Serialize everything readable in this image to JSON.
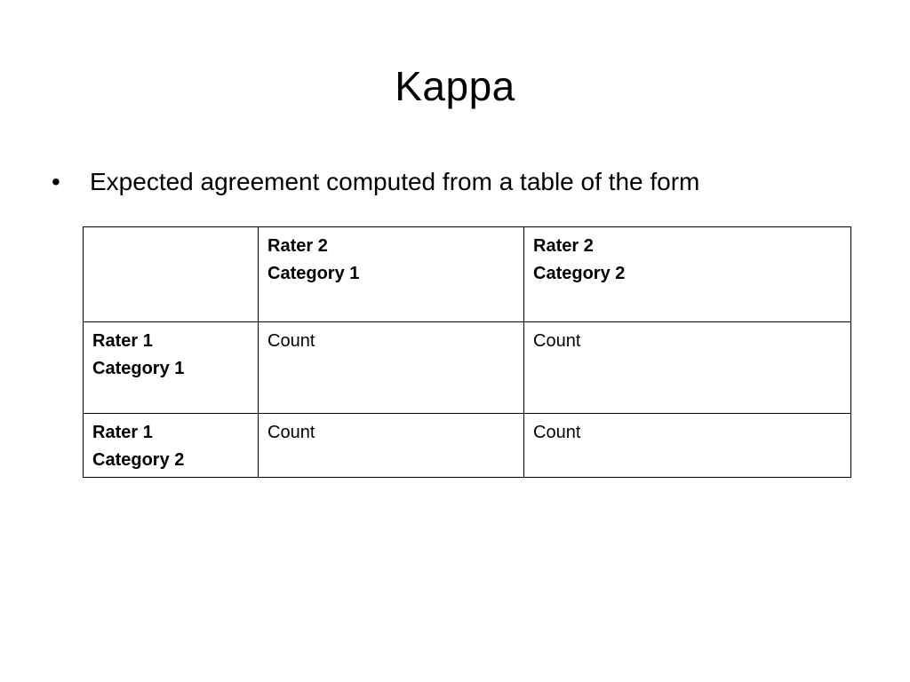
{
  "slide": {
    "title": "Kappa",
    "bullet": "Expected agreement computed from a table of the form"
  },
  "table": {
    "corner": "",
    "col_headers": [
      {
        "line1": "Rater 2",
        "line2": "Category 1"
      },
      {
        "line1": "Rater 2",
        "line2": "Category 2"
      }
    ],
    "rows": [
      {
        "line1": "Rater 1",
        "line2": "Category 1",
        "cells": [
          "Count",
          "Count"
        ]
      },
      {
        "line1": "Rater 1",
        "line2": "Category 2",
        "cells": [
          "Count",
          "Count"
        ]
      }
    ]
  }
}
